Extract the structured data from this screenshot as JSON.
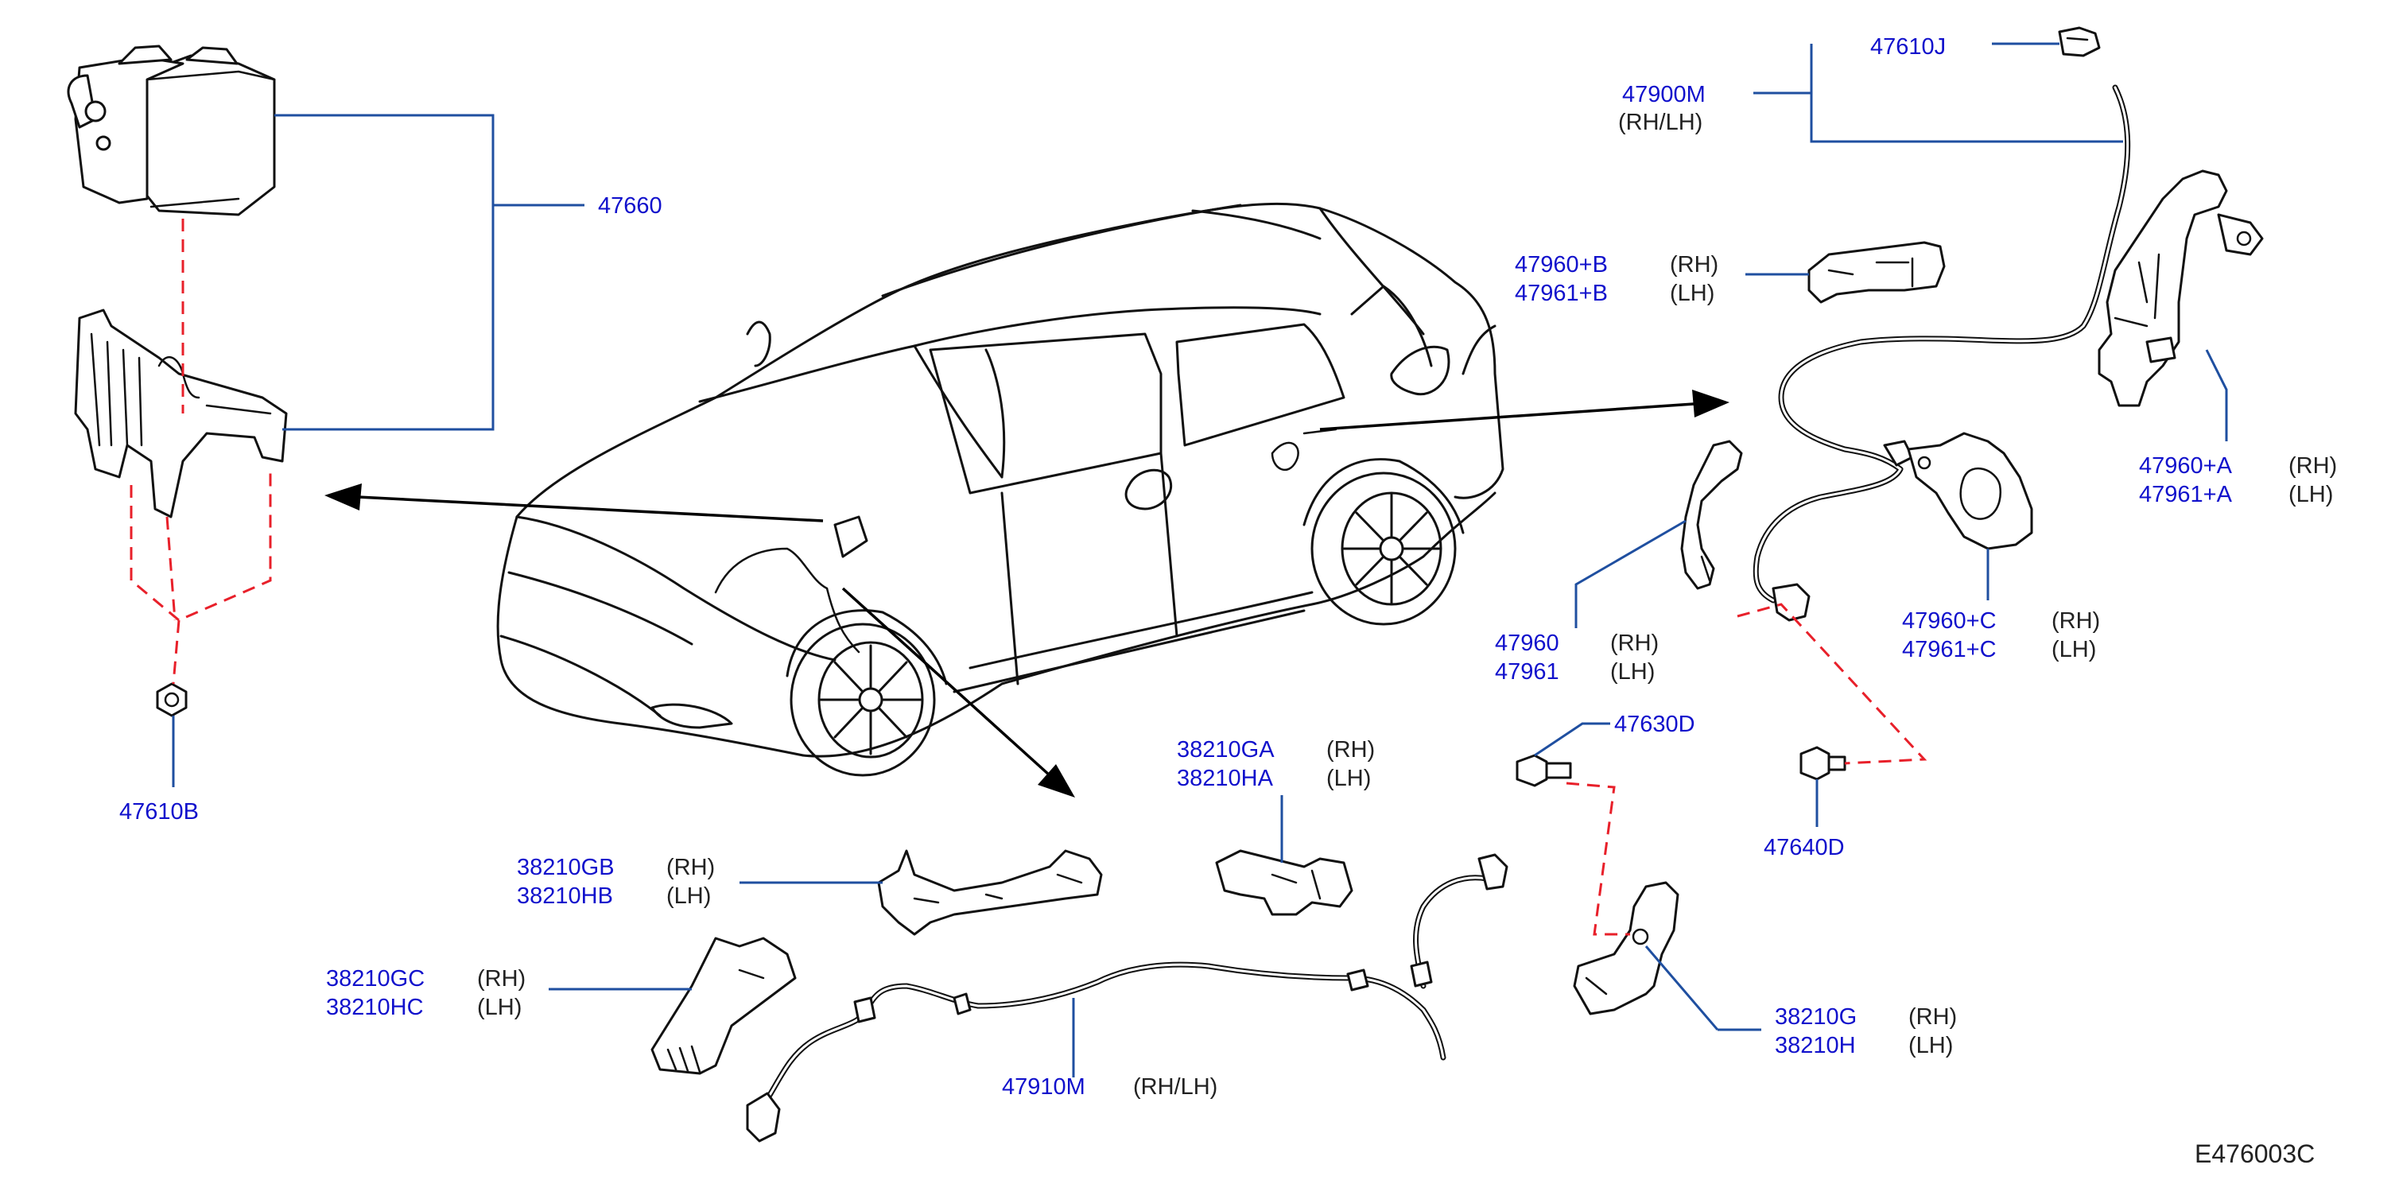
{
  "labels": {
    "abs_actuator": "47660",
    "actuator_nut": "47610B",
    "front_sensor_bolt": "47630D",
    "front_sensor_pn_rh": "38210G",
    "front_sensor_pn_lh": "38210H",
    "bracket_a_rh": "38210GA",
    "bracket_a_lh": "38210HA",
    "bracket_b_rh": "38210GB",
    "bracket_b_lh": "38210HB",
    "bracket_c_rh": "38210GC",
    "bracket_c_lh": "38210HC",
    "front_sensor_harness": "47910M",
    "rear_sensor_harness": "47900M",
    "rear_clip": "47610J",
    "rear_bracket_b_rh": "47960+B",
    "rear_bracket_b_lh": "47961+B",
    "rear_bracket_a_rh": "47960+A",
    "rear_bracket_a_lh": "47961+A",
    "rear_sensor_rh": "47960",
    "rear_sensor_lh": "47961",
    "rear_bracket_c_rh": "47960+C",
    "rear_bracket_c_lh": "47961+C",
    "rear_sensor_bolt": "47640D",
    "rh": "(RH)",
    "lh": "(LH)",
    "rh_lh": "(RH/LH)",
    "figure_code": "E476003C"
  },
  "colors": {
    "part_number": "#1111cc",
    "leader_line": "#1f4fa0",
    "assembly_dash": "#e8202a",
    "outline": "#111111"
  }
}
